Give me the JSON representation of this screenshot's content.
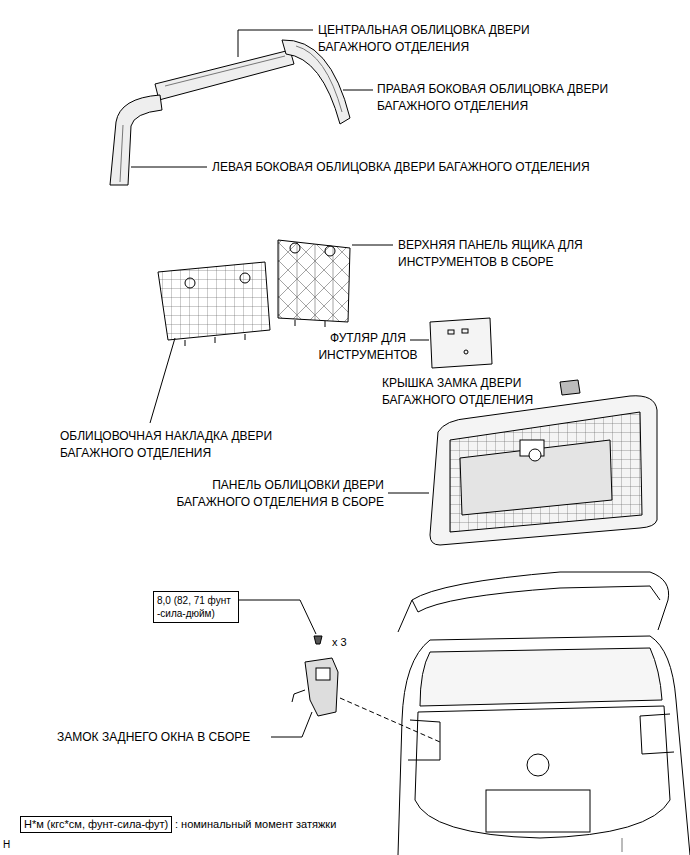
{
  "diagram": {
    "nodes": [
      {
        "text": [
          "8,0 (82, 71 фунт -сила-дюйм)"
        ]
      },
      {
        "text": [
          "Н*м (кгс*см, фунт-сила-фут)"
        ]
      }
    ],
    "labels": [
      "ЦЕНТРАЛЬНАЯ ОБЛИЦОВКА ДВЕРИ БАГАЖНОГО ОТДЕЛЕНИЯ",
      "ПРАВАЯ БОКОВАЯ ОБЛИЦОВКА ДВЕРИ БАГАЖНОГО ОТДЕЛЕНИЯ",
      "ЛЕВАЯ БОКОВАЯ ОБЛИЦОВКА ДВЕРИ БАГАЖНОГО ОТДЕЛЕНИЯ",
      "ВЕРХНЯЯ ПАНЕЛЬ ЯЩИКА ДЛЯ ИНСТРУМЕНТОВ В СБОРЕ",
      "ФУТЛЯР ДЛЯ ИНСТРУМЕНТОВ",
      "КРЫШКА ЗАМКА ДВЕРИ БАГАЖНОГО ОТДЕЛЕНИЯ",
      "ОБЛИЦОВОЧНАЯ НАКЛАДКА ДВЕРИ БАГАЖНОГО ОТДЕЛЕНИЯ",
      "ПАНЕЛЬ ОБЛИЦОВКИ ДВЕРИ БАГАЖНОГО ОТДЕЛЕНИЯ В СБОРЕ",
      "x 3",
      "ЗАМОК ЗАДНЕГО ОКНА В СБОРЕ",
      ": номинальный момент затяжки",
      "H"
    ]
  }
}
